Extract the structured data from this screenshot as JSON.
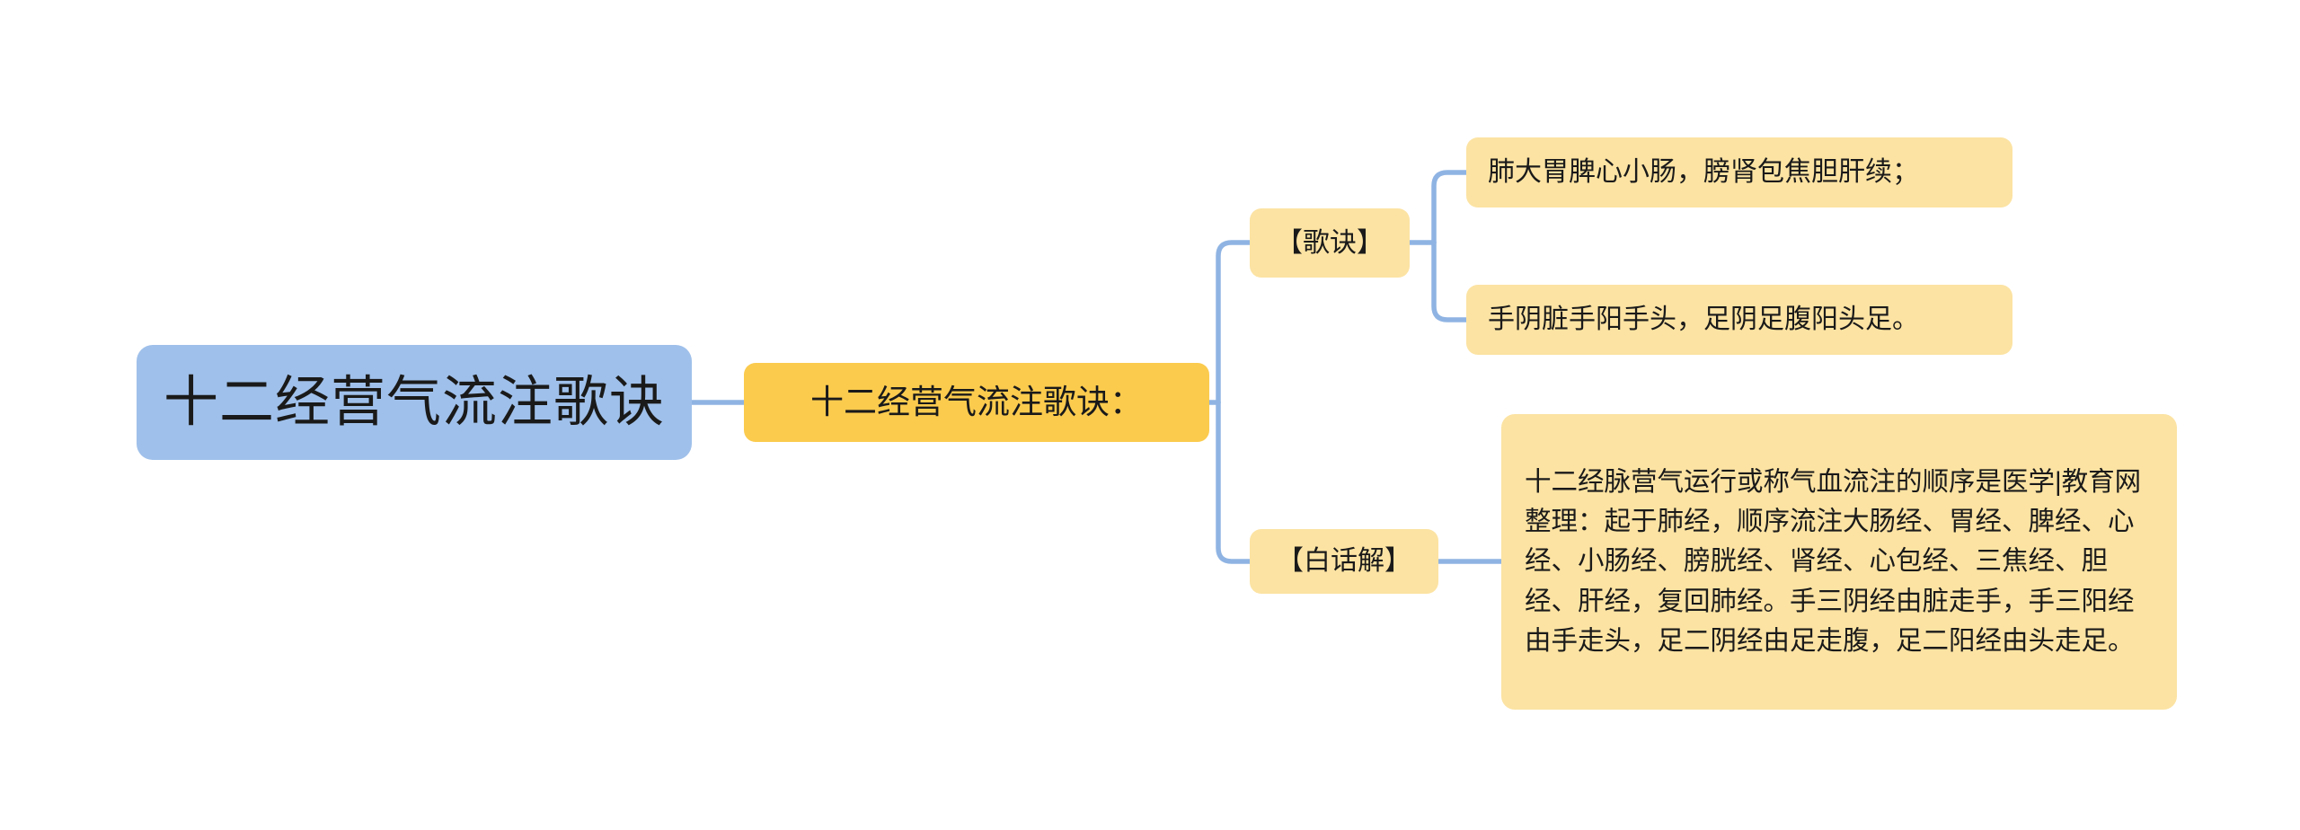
{
  "diagram": {
    "type": "mindmap",
    "title": "十二经营气流注歌诀",
    "background_color": "#FFFFFF",
    "colors": {
      "root_node": "#9FC0EA",
      "level1_node": "#FBCB4E",
      "level2_node": "#FCE3A3",
      "leaf_node": "#FCE3A3",
      "connector": "#8FB4E3",
      "text": "#1A1A1A"
    }
  },
  "root": {
    "label": "十二经营气流注歌诀"
  },
  "level1": {
    "label": "十二经营气流注歌诀："
  },
  "branches": [
    {
      "label": "【歌诀】",
      "children": [
        {
          "label": "肺大胃脾心小肠，膀肾包焦胆肝续；"
        },
        {
          "label": "手阴脏手阳手头，足阴足腹阳头足。"
        }
      ]
    },
    {
      "label": "【白话解】",
      "children": [
        {
          "label": "十二经脉营气运行或称气血流注的顺序是医学|教育网整理：起于肺经，顺序流注大肠经、胃经、脾经、心经、小肠经、膀胱经、肾经、心包经、三焦经、胆经、肝经，复回肺经。手三阴经由脏走手，手三阳经由手走头，足二阴经由足走腹，足二阳经由头走足。"
        }
      ]
    }
  ],
  "nodes": {
    "gejue_label": "【歌诀】",
    "baihuajie_label": "【白话解】",
    "verse1": "肺大胃脾心小肠，膀肾包焦胆肝续；",
    "verse2": "手阴脏手阳手头，足阴足腹阳头足。",
    "paragraph": "十二经脉营气运行或称气血流注的顺序是医学|教育网整理：起于肺经，顺序流注大肠经、胃经、脾经、心经、小肠经、膀胱经、肾经、心包经、三焦经、胆经、肝经，复回肺经。手三阴经由脏走手，手三阳经由手走头，足二阴经由足走腹，足二阳经由头走足。"
  }
}
